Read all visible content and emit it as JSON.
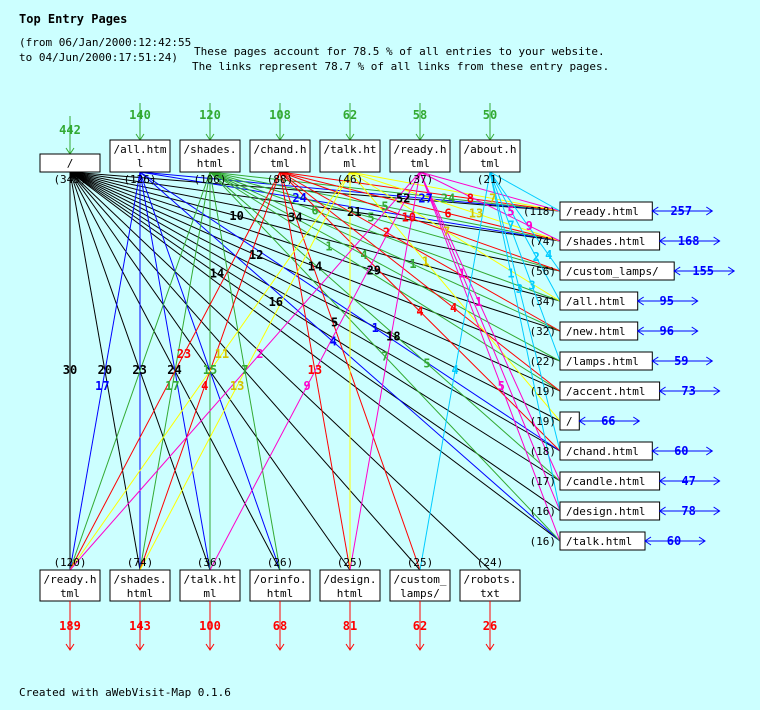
{
  "title": "Top Entry Pages",
  "period_from": "(from 06/Jan/2000:12:42:55",
  "period_to": "to 04/Jun/2000:17:51:24)",
  "summary_1": "These pages account for 78.5 % of all entries to your website.",
  "summary_2": "The links represent 78.7 % of all links from these entry pages.",
  "footer": "Created with aWebVisit-Map 0.1.6",
  "colors": {
    "background": "#ccffff",
    "entry": "#33aa33",
    "exit": "#ff0000",
    "continue": "#0000ff",
    "sources": [
      "#000000",
      "#0000ff",
      "#33aa33",
      "#ff0000",
      "#ffff00",
      "#ff00cc",
      "#00ccff"
    ]
  },
  "entry_pages": [
    {
      "label": [
        "/"
      ],
      "entries": "442",
      "count": "(343)"
    },
    {
      "label": [
        "/all.htm",
        "l"
      ],
      "entries": "140",
      "count": "(126)"
    },
    {
      "label": [
        "/shades.",
        "html"
      ],
      "entries": "120",
      "count": "(106)"
    },
    {
      "label": [
        "/chand.h",
        "tml"
      ],
      "entries": "108",
      "count": "(88)"
    },
    {
      "label": [
        "/talk.ht",
        "ml"
      ],
      "entries": "62",
      "count": "(46)"
    },
    {
      "label": [
        "/ready.h",
        "tml"
      ],
      "entries": "58",
      "count": "(37)"
    },
    {
      "label": [
        "/about.h",
        "tml"
      ],
      "entries": "50",
      "count": "(21)"
    }
  ],
  "right_pages": [
    {
      "label": "/ready.html",
      "count": "(118)",
      "visits": "257"
    },
    {
      "label": "/shades.html",
      "count": "(74)",
      "visits": "168"
    },
    {
      "label": "/custom_lamps/",
      "count": "(56)",
      "visits": "155"
    },
    {
      "label": "/all.html",
      "count": "(34)",
      "visits": "95"
    },
    {
      "label": "/new.html",
      "count": "(32)",
      "visits": "96"
    },
    {
      "label": "/lamps.html",
      "count": "(22)",
      "visits": "59"
    },
    {
      "label": "/accent.html",
      "count": "(19)",
      "visits": "73"
    },
    {
      "label": "/",
      "count": "(19)",
      "visits": "66"
    },
    {
      "label": "/chand.html",
      "count": "(18)",
      "visits": "60"
    },
    {
      "label": "/candle.html",
      "count": "(17)",
      "visits": "47"
    },
    {
      "label": "/design.html",
      "count": "(16)",
      "visits": "78"
    },
    {
      "label": "/talk.html",
      "count": "(16)",
      "visits": "60"
    }
  ],
  "exit_pages": [
    {
      "label": [
        "/ready.h",
        "tml"
      ],
      "count": "(120)",
      "exits": "189"
    },
    {
      "label": [
        "/shades.",
        "html"
      ],
      "count": "(74)",
      "exits": "143"
    },
    {
      "label": [
        "/talk.ht",
        "ml"
      ],
      "count": "(36)",
      "exits": "100"
    },
    {
      "label": [
        "/orinfo.",
        "html"
      ],
      "count": "(26)",
      "exits": "68"
    },
    {
      "label": [
        "/design.",
        "html"
      ],
      "count": "(25)",
      "exits": "81"
    },
    {
      "label": [
        "/custom_",
        "lamps/"
      ],
      "count": "(25)",
      "exits": "62"
    },
    {
      "label": [
        "/robots.",
        "txt"
      ],
      "count": "(24)",
      "exits": "26"
    }
  ],
  "links": [
    [
      "0",
      "r0",
      "52"
    ],
    [
      "0",
      "r1",
      "21"
    ],
    [
      "0",
      "r2",
      "34"
    ],
    [
      "0",
      "r3",
      "10"
    ],
    [
      "0",
      "r4",
      "29"
    ],
    [
      "0",
      "r5",
      "14"
    ],
    [
      "0",
      "r6",
      "12"
    ],
    [
      "0",
      "r7",
      "18"
    ],
    [
      "0",
      "r8",
      "5"
    ],
    [
      "0",
      "r9",
      "16"
    ],
    [
      "0",
      "r10",
      "14"
    ],
    [
      "0",
      "r11",
      ""
    ],
    [
      "0",
      "b0",
      "30"
    ],
    [
      "0",
      "b1",
      "20"
    ],
    [
      "0",
      "b2",
      "23"
    ],
    [
      "0",
      "b3",
      "24"
    ],
    [
      "0",
      "b4",
      ""
    ],
    [
      "0",
      "b5",
      ""
    ],
    [
      "0",
      "b6",
      ""
    ],
    [
      "1",
      "r0",
      "27"
    ],
    [
      "1",
      "r1",
      "24"
    ],
    [
      "1",
      "r8",
      "1"
    ],
    [
      "1",
      "r11",
      "4"
    ],
    [
      "1",
      "b0",
      "17"
    ],
    [
      "1",
      "b1",
      ""
    ],
    [
      "1",
      "b2",
      ""
    ],
    [
      "1",
      "b3",
      ""
    ],
    [
      "2",
      "r0",
      "24"
    ],
    [
      "2",
      "r1",
      "5"
    ],
    [
      "2",
      "r2",
      "5"
    ],
    [
      "2",
      "r3",
      "6"
    ],
    [
      "2",
      "r4",
      "1"
    ],
    [
      "2",
      "r5",
      "4"
    ],
    [
      "2",
      "r6",
      "1"
    ],
    [
      "2",
      "r9",
      "5"
    ],
    [
      "2",
      "r11",
      "7"
    ],
    [
      "2",
      "b0",
      ""
    ],
    [
      "2",
      "b1",
      "17"
    ],
    [
      "2",
      "b2",
      "15"
    ],
    [
      "2",
      "b3",
      "7"
    ],
    [
      "3",
      "r0",
      "8"
    ],
    [
      "3",
      "r1",
      "6"
    ],
    [
      "3",
      "r2",
      "10"
    ],
    [
      "3",
      "r4",
      "2"
    ],
    [
      "3",
      "r6",
      "4"
    ],
    [
      "3",
      "r8",
      "4"
    ],
    [
      "3",
      "b0",
      "23"
    ],
    [
      "3",
      "b1",
      "4"
    ],
    [
      "3",
      "b4",
      "13"
    ],
    [
      "3",
      "b5",
      ""
    ],
    [
      "4",
      "r0",
      "7"
    ],
    [
      "4",
      "r1",
      "13"
    ],
    [
      "4",
      "r3",
      "7"
    ],
    [
      "4",
      "r7",
      "1"
    ],
    [
      "4",
      "b0",
      "11"
    ],
    [
      "4",
      "b1",
      "13"
    ],
    [
      "4",
      "b4",
      ""
    ],
    [
      "5",
      "r0",
      "5"
    ],
    [
      "5",
      "r1",
      "9"
    ],
    [
      "5",
      "r9",
      "1"
    ],
    [
      "5",
      "r10",
      "1"
    ],
    [
      "5",
      "r11",
      "5"
    ],
    [
      "5",
      "b0",
      "2"
    ],
    [
      "5",
      "b2",
      "9"
    ],
    [
      "5",
      "b4",
      ""
    ],
    [
      "6",
      "r0",
      "7"
    ],
    [
      "6",
      "r2",
      "4"
    ],
    [
      "6",
      "r3",
      "2"
    ],
    [
      "6",
      "r5",
      "3"
    ],
    [
      "6",
      "r8",
      "3"
    ],
    [
      "6",
      "r10",
      "1"
    ],
    [
      "6",
      "b5",
      "4"
    ]
  ]
}
